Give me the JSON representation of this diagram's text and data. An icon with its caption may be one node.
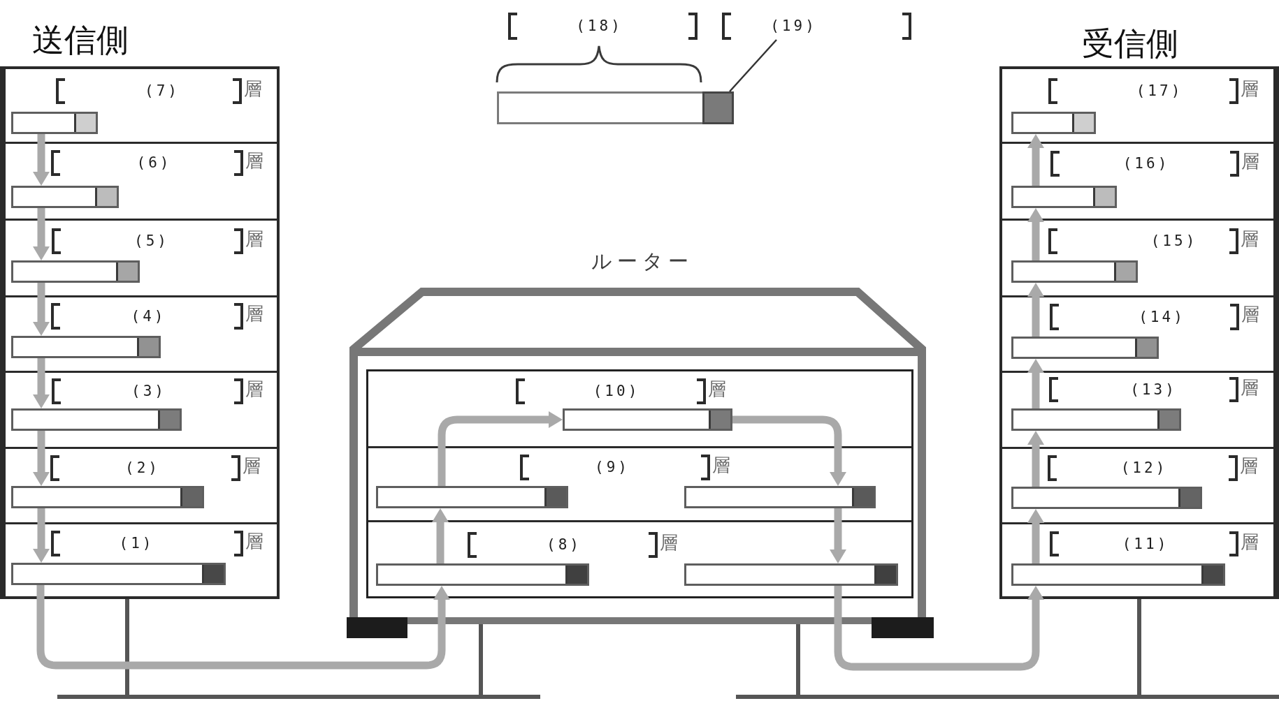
{
  "diagram": {
    "nodes": [
      {
        "text": [
          "送信側"
        ]
      },
      {
        "text": [],
        "shape": "box",
        "in": 0
      },
      {
        "text": [
          "(7)"
        ],
        "beside": [
          "層"
        ],
        "in": 1
      },
      {
        "text": [],
        "shape": "bar",
        "in": 1
      },
      {
        "text": [],
        "shape": "box",
        "in": 0
      },
      {
        "text": [
          "(6)"
        ],
        "beside": [
          "層"
        ],
        "in": 4
      },
      {
        "text": [],
        "shape": "bar",
        "in": 4
      },
      {
        "text": [],
        "shape": "box",
        "in": 0
      },
      {
        "text": [
          "(5)"
        ],
        "beside": [
          "層"
        ],
        "in": 7
      },
      {
        "text": [],
        "shape": "bar",
        "in": 7
      },
      {
        "text": [],
        "shape": "box",
        "in": 0
      },
      {
        "text": [
          "(4)"
        ],
        "beside": [
          "層"
        ],
        "in": 10
      },
      {
        "text": [],
        "shape": "bar",
        "in": 10
      },
      {
        "text": [],
        "shape": "box",
        "in": 0
      },
      {
        "text": [
          "(3)"
        ],
        "beside": [
          "層"
        ],
        "in": 13
      },
      {
        "text": [],
        "shape": "bar",
        "in": 13
      },
      {
        "text": [],
        "shape": "box",
        "in": 0
      },
      {
        "text": [
          "(2)"
        ],
        "beside": [
          "層"
        ],
        "in": 16
      },
      {
        "text": [],
        "shape": "bar",
        "in": 16
      },
      {
        "text": [],
        "shape": "box",
        "in": 0
      },
      {
        "text": [
          "(1)"
        ],
        "beside": [
          "層"
        ],
        "in": 19
      },
      {
        "text": [],
        "shape": "bar",
        "in": 19
      },
      {
        "text": [
          "ルーター"
        ]
      },
      {
        "text": [],
        "shape": "box",
        "in": 22
      },
      {
        "text": [],
        "shape": "box",
        "in": 23
      },
      {
        "text": [
          "(10)"
        ],
        "beside": [
          "層"
        ],
        "in": 24
      },
      {
        "text": [],
        "shape": "bar",
        "in": 24
      },
      {
        "text": [],
        "shape": "box",
        "in": 23
      },
      {
        "text": [
          "(9)"
        ],
        "beside": [
          "層"
        ],
        "in": 27
      },
      {
        "text": [],
        "shape": "bar",
        "in": 27
      },
      {
        "text": [],
        "shape": "bar",
        "in": 27
      },
      {
        "text": [],
        "shape": "box",
        "in": 23
      },
      {
        "text": [
          "(8)"
        ],
        "beside": [
          "層"
        ],
        "in": 31
      },
      {
        "text": [],
        "shape": "bar",
        "in": 31
      },
      {
        "text": [],
        "shape": "bar",
        "in": 31
      },
      {
        "text": [
          "受信側"
        ]
      },
      {
        "text": [],
        "shape": "box",
        "in": 35
      },
      {
        "text": [
          "(17)"
        ],
        "beside": [
          "層"
        ],
        "in": 36
      },
      {
        "text": [],
        "shape": "bar",
        "in": 36
      },
      {
        "text": [],
        "shape": "box",
        "in": 35
      },
      {
        "text": [
          "(16)"
        ],
        "beside": [
          "層"
        ],
        "in": 39
      },
      {
        "text": [],
        "shape": "bar",
        "in": 39
      },
      {
        "text": [],
        "shape": "box",
        "in": 35
      },
      {
        "text": [
          "(15)"
        ],
        "beside": [
          "層"
        ],
        "in": 42
      },
      {
        "text": [],
        "shape": "bar",
        "in": 42
      },
      {
        "text": [],
        "shape": "box",
        "in": 35
      },
      {
        "text": [
          "(14)"
        ],
        "beside": [
          "層"
        ],
        "in": 45
      },
      {
        "text": [],
        "shape": "bar",
        "in": 45
      },
      {
        "text": [],
        "shape": "box",
        "in": 35
      },
      {
        "text": [
          "(13)"
        ],
        "beside": [
          "層"
        ],
        "in": 48
      },
      {
        "text": [],
        "shape": "bar",
        "in": 48
      },
      {
        "text": [],
        "shape": "box",
        "in": 35
      },
      {
        "text": [
          "(12)"
        ],
        "beside": [
          "層"
        ],
        "in": 51
      },
      {
        "text": [],
        "shape": "bar",
        "in": 51
      },
      {
        "text": [],
        "shape": "box",
        "in": 35
      },
      {
        "text": [
          "(11)"
        ],
        "beside": [
          "層"
        ],
        "in": 54
      },
      {
        "text": [],
        "shape": "bar",
        "in": 54
      },
      {
        "text": [
          "(18)"
        ]
      },
      {
        "text": [
          "(19)"
        ]
      },
      {
        "text": [],
        "shape": "bar"
      },
      {
        "text": [],
        "shape": "box",
        "in": 59
      }
    ],
    "edges": [
      {
        "from": 3,
        "to": 6,
        "arrow": "to"
      },
      {
        "from": 6,
        "to": 9,
        "arrow": "to"
      },
      {
        "from": 9,
        "to": 12,
        "arrow": "to"
      },
      {
        "from": 12,
        "to": 15,
        "arrow": "to"
      },
      {
        "from": 15,
        "to": 18,
        "arrow": "to"
      },
      {
        "from": 18,
        "to": 21,
        "arrow": "to"
      },
      {
        "from": 21,
        "to": 33,
        "arrow": "to"
      },
      {
        "from": 33,
        "to": 29,
        "arrow": "to"
      },
      {
        "from": 29,
        "to": 26,
        "arrow": "to"
      },
      {
        "from": 26,
        "to": 30,
        "arrow": "to"
      },
      {
        "from": 30,
        "to": 34,
        "arrow": "to"
      },
      {
        "from": 34,
        "to": 56,
        "arrow": "to"
      },
      {
        "from": 56,
        "to": 53,
        "arrow": "to"
      },
      {
        "from": 53,
        "to": 50,
        "arrow": "to"
      },
      {
        "from": 50,
        "to": 47,
        "arrow": "to"
      },
      {
        "from": 47,
        "to": 44,
        "arrow": "to"
      },
      {
        "from": 44,
        "to": 41,
        "arrow": "to"
      },
      {
        "from": 41,
        "to": 38,
        "arrow": "to"
      },
      {
        "from": 58,
        "to": 60,
        "arrow": "none",
        "color": "#333333"
      }
    ]
  }
}
